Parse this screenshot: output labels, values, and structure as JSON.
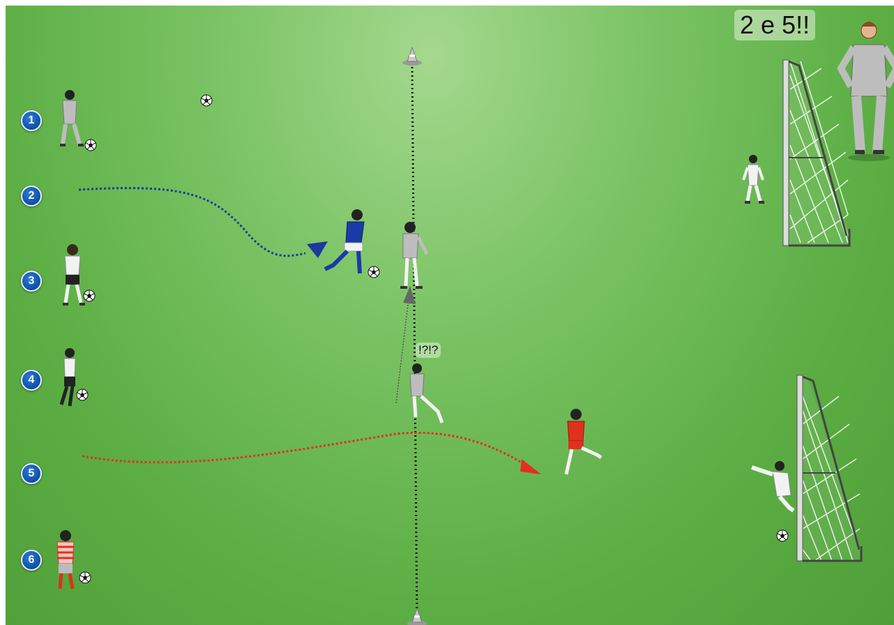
{
  "diagram": {
    "title": "2 e 5!!",
    "callout": "!?!?",
    "lanes": [
      "1",
      "2",
      "3",
      "4",
      "5",
      "6"
    ],
    "colors": {
      "pitch": "#5cae44",
      "blue_run": "#1a3a9c",
      "red_run": "#e0301e",
      "halfway_line": "#111111",
      "badge": "#0d4fa8"
    }
  }
}
